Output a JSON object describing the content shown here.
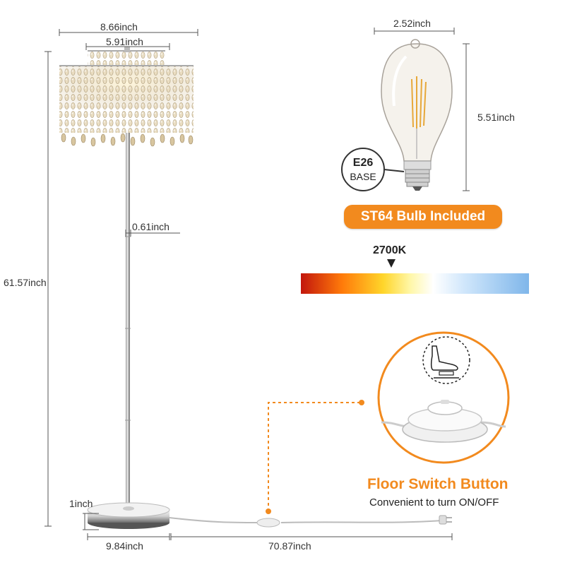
{
  "dimensions": {
    "shade_outer_width": "8.66inch",
    "shade_inner_width": "5.91inch",
    "pole_diameter": "0.61inch",
    "total_height": "61.57inch",
    "base_height": "1inch",
    "base_diameter": "9.84inch",
    "cord_length": "70.87inch"
  },
  "bulb": {
    "width": "2.52inch",
    "height": "5.51inch",
    "base_type": "E26",
    "base_label": "BASE"
  },
  "badge_label": "ST64 Bulb Included",
  "color_temperature": {
    "value": "2700K",
    "gradient_colors": [
      "#c2160c",
      "#ff7a0a",
      "#ffd52a",
      "#ffffff",
      "#7fb6ea"
    ]
  },
  "floor_switch": {
    "title": "Floor Switch Button",
    "subtitle": "Convenient to turn ON/OFF",
    "icon": "foot-press-icon"
  },
  "colors": {
    "accent": "#f28a1e",
    "text": "#333333"
  }
}
